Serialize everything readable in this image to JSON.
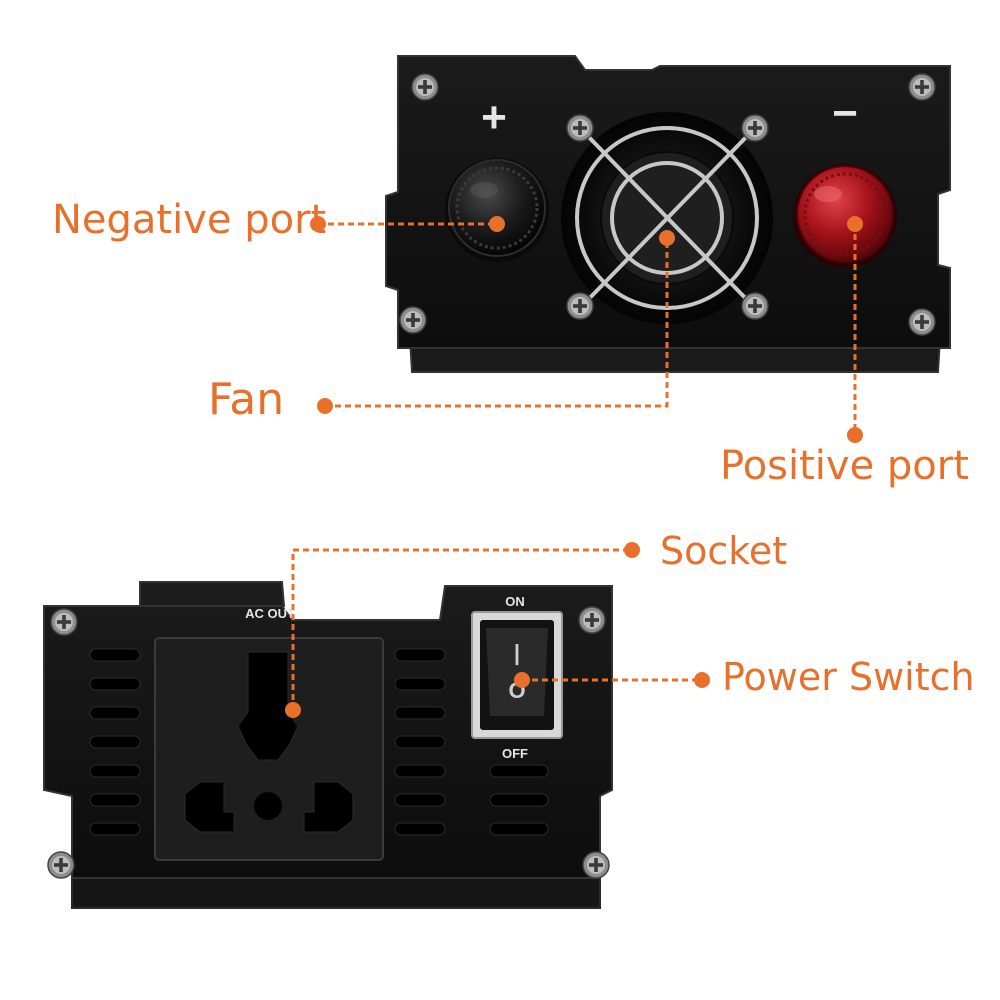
{
  "colors": {
    "accent": "#e8702a",
    "device_body": "#141414",
    "device_edge": "#2a2a2a",
    "positive_cap": "#a5121a",
    "negative_cap": "#1c1c1c",
    "panel_text": "#e6e6e6"
  },
  "top_view": {
    "plus_symbol": "+",
    "minus_symbol": "−"
  },
  "bottom_view": {
    "ac_out_label": "AC OUT",
    "switch_on_label": "ON",
    "switch_off_label": "OFF",
    "switch_on_glyph": "|",
    "switch_off_glyph": "O"
  },
  "callouts": {
    "negative_port": "Negative port",
    "fan": "Fan",
    "positive_port": "Positive port",
    "socket": "Socket",
    "power_switch": "Power Switch"
  }
}
